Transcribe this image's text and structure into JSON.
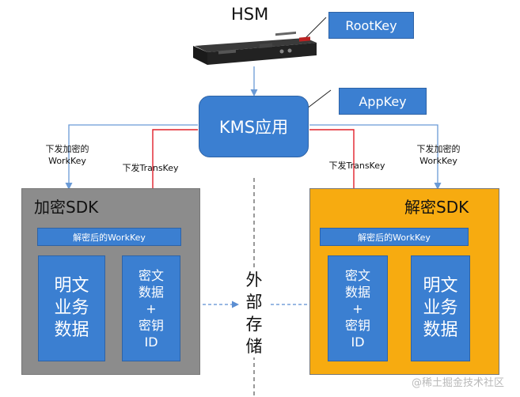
{
  "hsm": {
    "title": "HSM"
  },
  "root_key": {
    "label": "RootKey"
  },
  "app_key": {
    "label": "AppKey"
  },
  "kms": {
    "label": "KMS应用"
  },
  "left_edge": {
    "label_line1": "下发加密的",
    "label_line2": "WorkKey",
    "trans_label": "下发TransKey"
  },
  "right_edge": {
    "label_line1": "下发加密的",
    "label_line2": "WorkKey",
    "trans_label": "下发TransKey"
  },
  "encrypt_sdk": {
    "title": "加密SDK",
    "workkey_bar": "解密后的WorkKey",
    "plain_block": [
      "明文",
      "业务",
      "数据"
    ],
    "cipher_block": [
      "密文",
      "数据",
      "+",
      "密钥",
      "ID"
    ]
  },
  "decrypt_sdk": {
    "title": "解密SDK",
    "workkey_bar": "解密后的WorkKey",
    "cipher_block": [
      "密文",
      "数据",
      "+",
      "密钥",
      "ID"
    ],
    "plain_block": [
      "明文",
      "业务",
      "数据"
    ]
  },
  "storage": {
    "chars": [
      "外",
      "部",
      "存",
      "储"
    ]
  },
  "watermark": {
    "text": "@稀土掘金技术社区"
  },
  "colors": {
    "accent_blue": "#3b7fd1",
    "encrypt_panel": "#8c8c8c",
    "decrypt_panel": "#f7ab10",
    "trans_arrow": "#e0202a",
    "workkey_arrow": "#6a9ad6"
  },
  "icons": {
    "hsm_device": "rack-server-image"
  }
}
